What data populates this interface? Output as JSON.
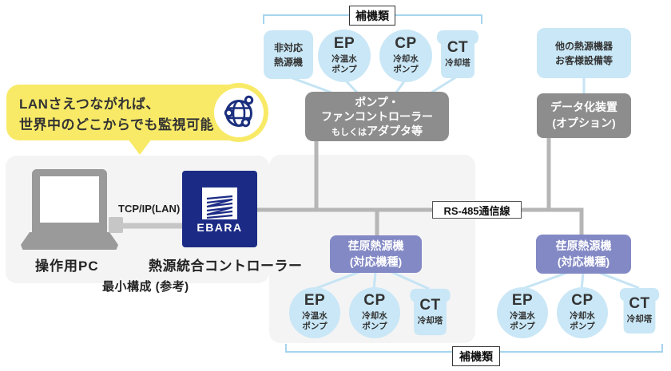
{
  "colors": {
    "light_blue": "#c9e7f6",
    "line_blue": "#c5e4f4",
    "bracket_blue": "#a5d5ee",
    "gray_box": "#8d8d8d",
    "line_gray": "#b6b6b6",
    "purple": "#8389c5",
    "navy": "#1b2b85",
    "yellow": "#f8ea67",
    "panel_gray": "#f4f4f5"
  },
  "bubble": {
    "line1": "LANさえつながれば、",
    "line2": "世界中のどこからでも監視可能"
  },
  "brackets": {
    "top_label": "補機類",
    "bottom_label": "補機類"
  },
  "top_group": {
    "unsupported": {
      "line1": "非対応",
      "line2": "熱源機"
    },
    "ep": {
      "code": "EP",
      "line1": "冷温水",
      "line2": "ポンプ"
    },
    "cp": {
      "code": "CP",
      "line1": "冷却水",
      "line2": "ポンプ"
    },
    "ct": {
      "code": "CT",
      "line1": "冷却塔"
    }
  },
  "other_equipment": {
    "line1": "他の熱源機器",
    "line2": "お客様設備等"
  },
  "pump_fan_controller": {
    "line1": "ポンプ・",
    "line2": "ファンコントローラー",
    "line3_small": "もしくは",
    "line3_big": "アダプタ等"
  },
  "data_device": {
    "line1": "データ化装置",
    "line2": "(オプション)"
  },
  "min_config": {
    "pc_label": "操作用PC",
    "controller_label": "熱源統合コントローラー",
    "caption": "最小構成 (参考)",
    "tcp_label": "TCP/IP(LAN)",
    "ebara_logo": "EBARA"
  },
  "rs485_label": "RS-485通信線",
  "heat_source_left": {
    "line1": "荏原熱源機",
    "line2": "(対応機種)"
  },
  "heat_source_right": {
    "line1": "荏原熱源機",
    "line2": "(対応機種)"
  },
  "bottom_group_left": {
    "ep": {
      "code": "EP",
      "line1": "冷温水",
      "line2": "ポンプ"
    },
    "cp": {
      "code": "CP",
      "line1": "冷却水",
      "line2": "ポンプ"
    },
    "ct": {
      "code": "CT",
      "line1": "冷却塔"
    }
  },
  "bottom_group_right": {
    "ep": {
      "code": "EP",
      "line1": "冷温水",
      "line2": "ポンプ"
    },
    "cp": {
      "code": "CP",
      "line1": "冷却水",
      "line2": "ポンプ"
    },
    "ct": {
      "code": "CT",
      "line1": "冷却塔"
    }
  }
}
